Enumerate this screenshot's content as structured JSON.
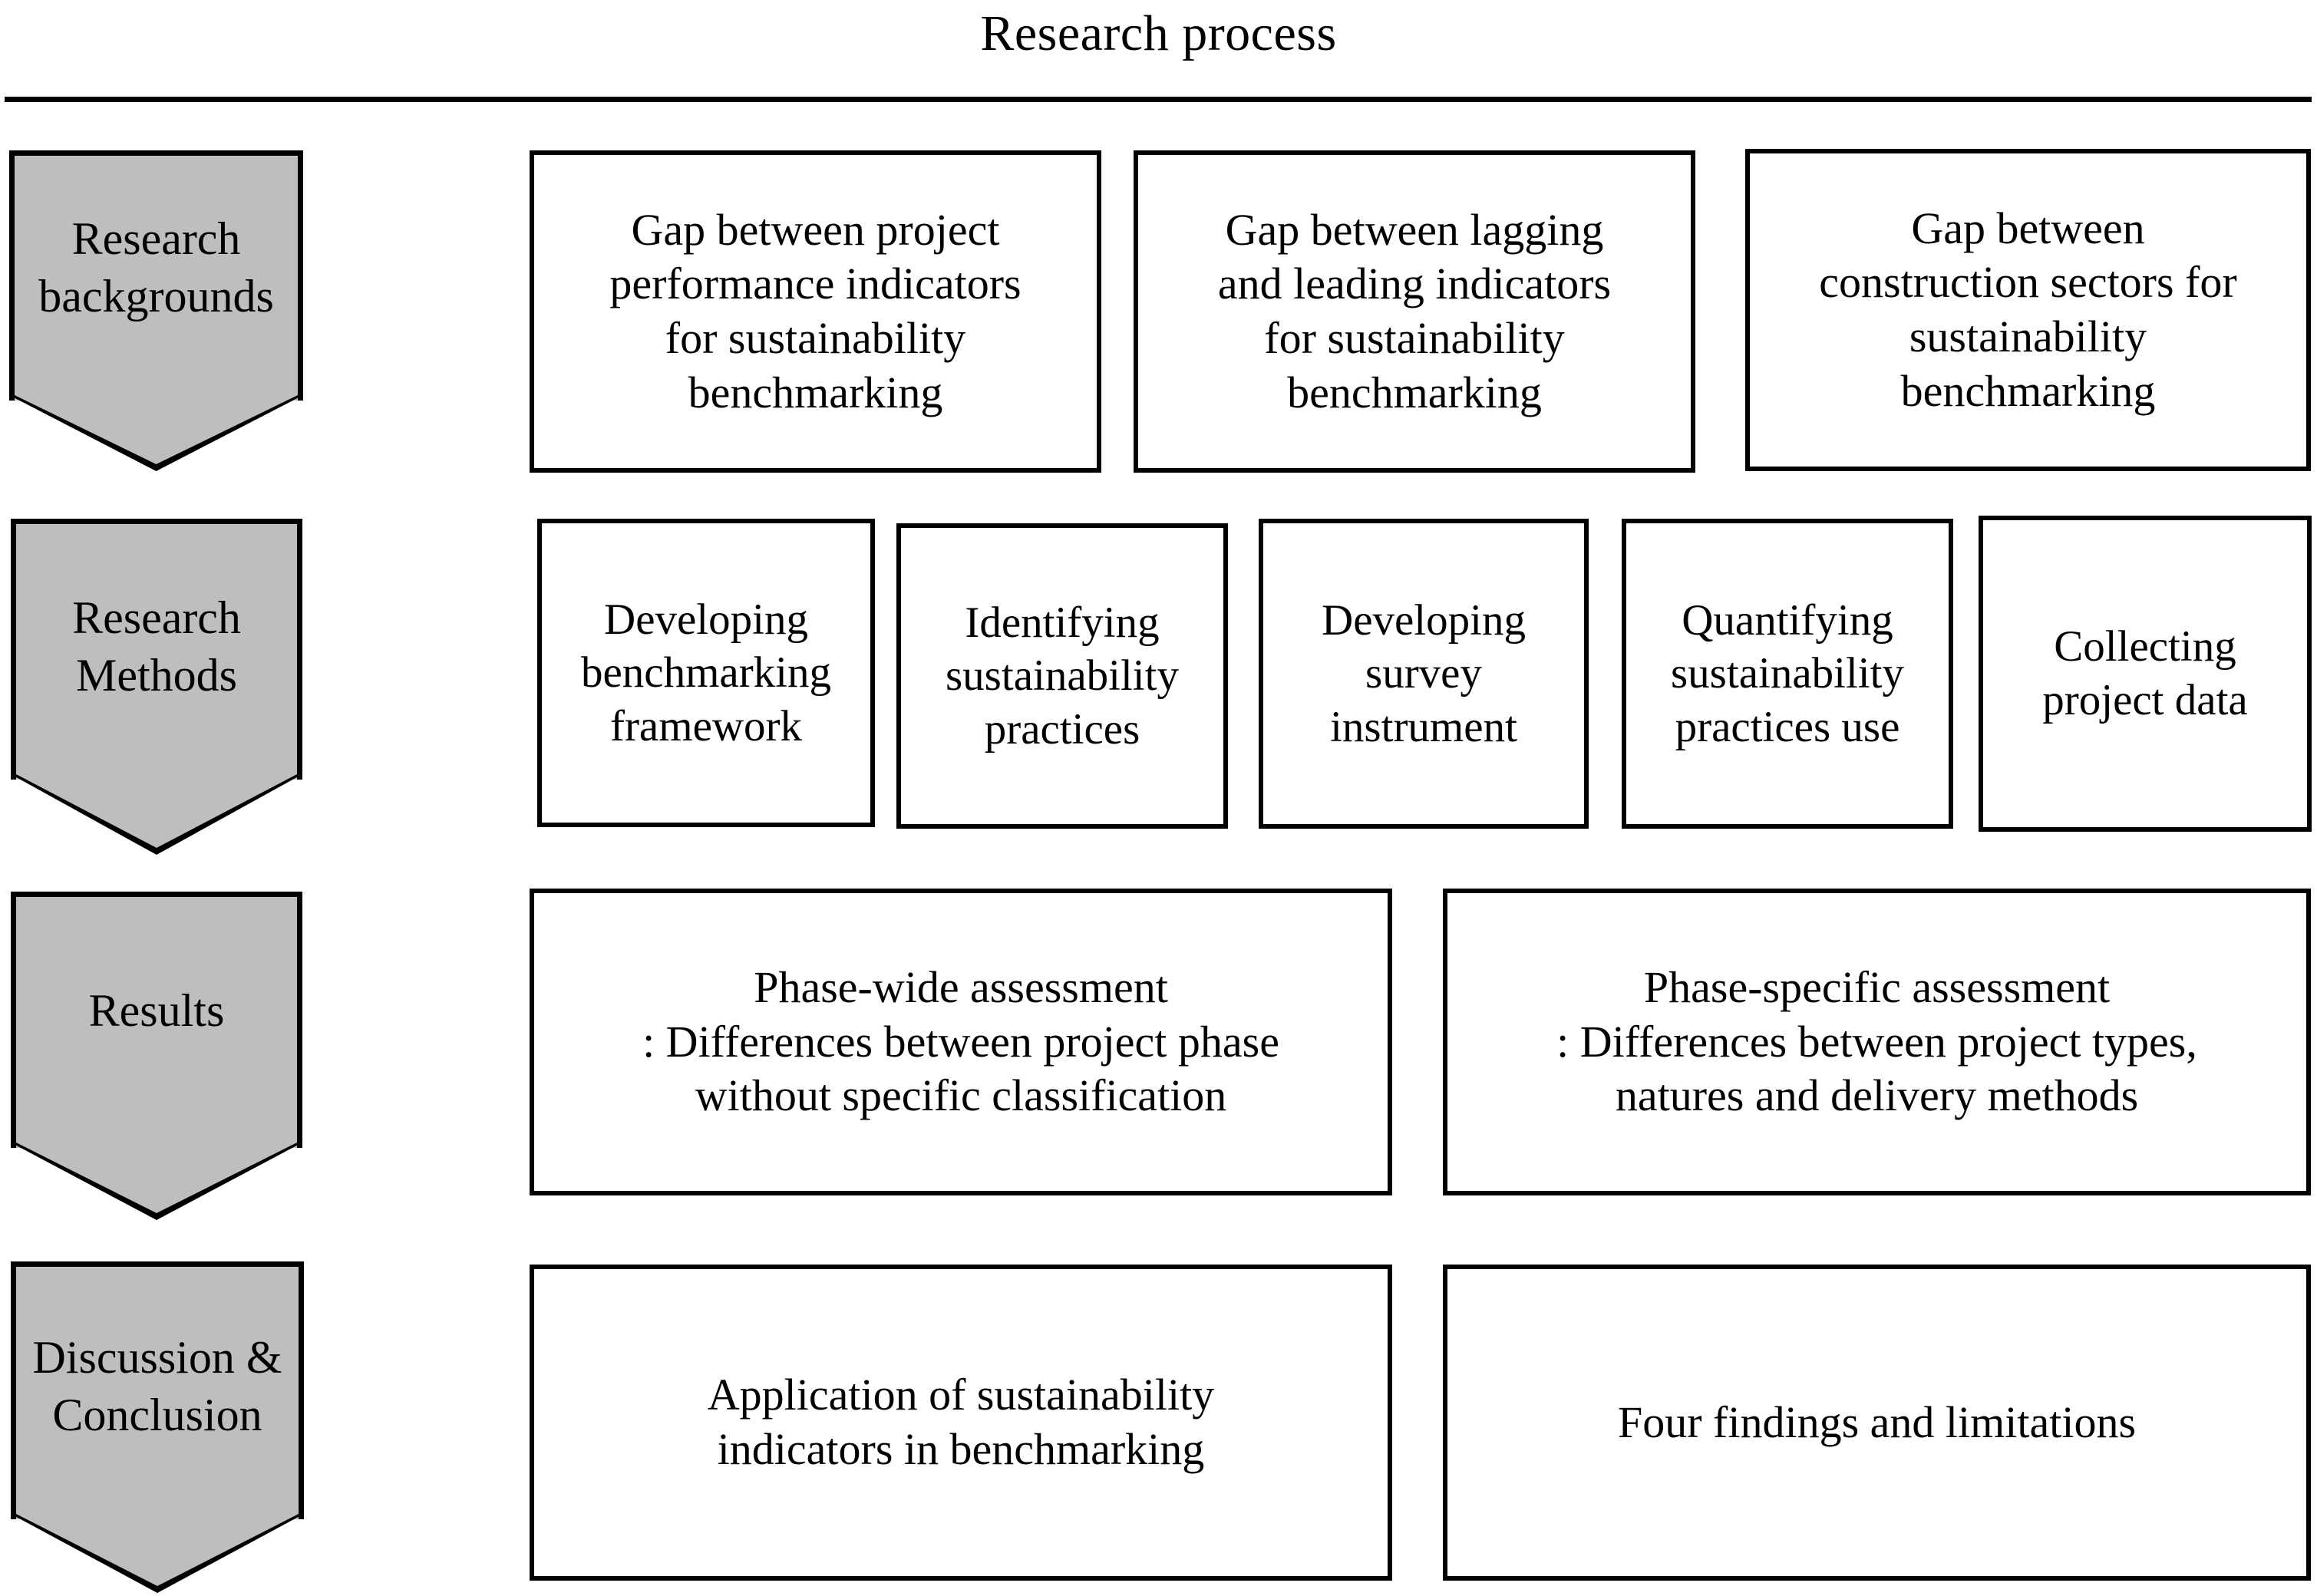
{
  "title": "Research process",
  "colors": {
    "stage_fill": "#bebebe",
    "stroke": "#000000",
    "node_fill": "#ffffff",
    "text": "#000000"
  },
  "stages": [
    {
      "id": "research-backgrounds",
      "label": "Research\nbackgrounds"
    },
    {
      "id": "research-methods",
      "label": "Research\nMethods"
    },
    {
      "id": "results",
      "label": "Results"
    },
    {
      "id": "discussion-conclusion",
      "label": "Discussion &\nConclusion"
    }
  ],
  "rows": [
    {
      "stage": "Research backgrounds",
      "nodes": [
        {
          "id": "gap-performance-indicators",
          "text": "Gap between project\nperformance indicators\nfor sustainability\nbenchmarking"
        },
        {
          "id": "gap-lagging-leading",
          "text": "Gap between lagging\nand leading indicators\nfor sustainability\nbenchmarking"
        },
        {
          "id": "gap-construction-sectors",
          "text": "Gap between\nconstruction sectors for\nsustainability\nbenchmarking"
        }
      ]
    },
    {
      "stage": "Research Methods",
      "nodes": [
        {
          "id": "developing-benchmarking-framework",
          "text": "Developing\nbenchmarking\nframework"
        },
        {
          "id": "identifying-sustainability-practices",
          "text": "Identifying\nsustainability\npractices"
        },
        {
          "id": "developing-survey-instrument",
          "text": "Developing\nsurvey\ninstrument"
        },
        {
          "id": "quantifying-practices-use",
          "text": "Quantifying\nsustainability\npractices use"
        },
        {
          "id": "collecting-project-data",
          "text": "Collecting\nproject data"
        }
      ]
    },
    {
      "stage": "Results",
      "nodes": [
        {
          "id": "phase-wide-assessment",
          "text": "Phase-wide assessment\n: Differences between project phase\nwithout specific classification"
        },
        {
          "id": "phase-specific-assessment",
          "text": "Phase-specific assessment\n: Differences between project types,\nnatures and delivery methods"
        }
      ]
    },
    {
      "stage": "Discussion & Conclusion",
      "nodes": [
        {
          "id": "application-of-indicators",
          "text": "Application of sustainability\nindicators in benchmarking"
        },
        {
          "id": "four-findings-limitations",
          "text": "Four findings and limitations"
        }
      ]
    }
  ]
}
